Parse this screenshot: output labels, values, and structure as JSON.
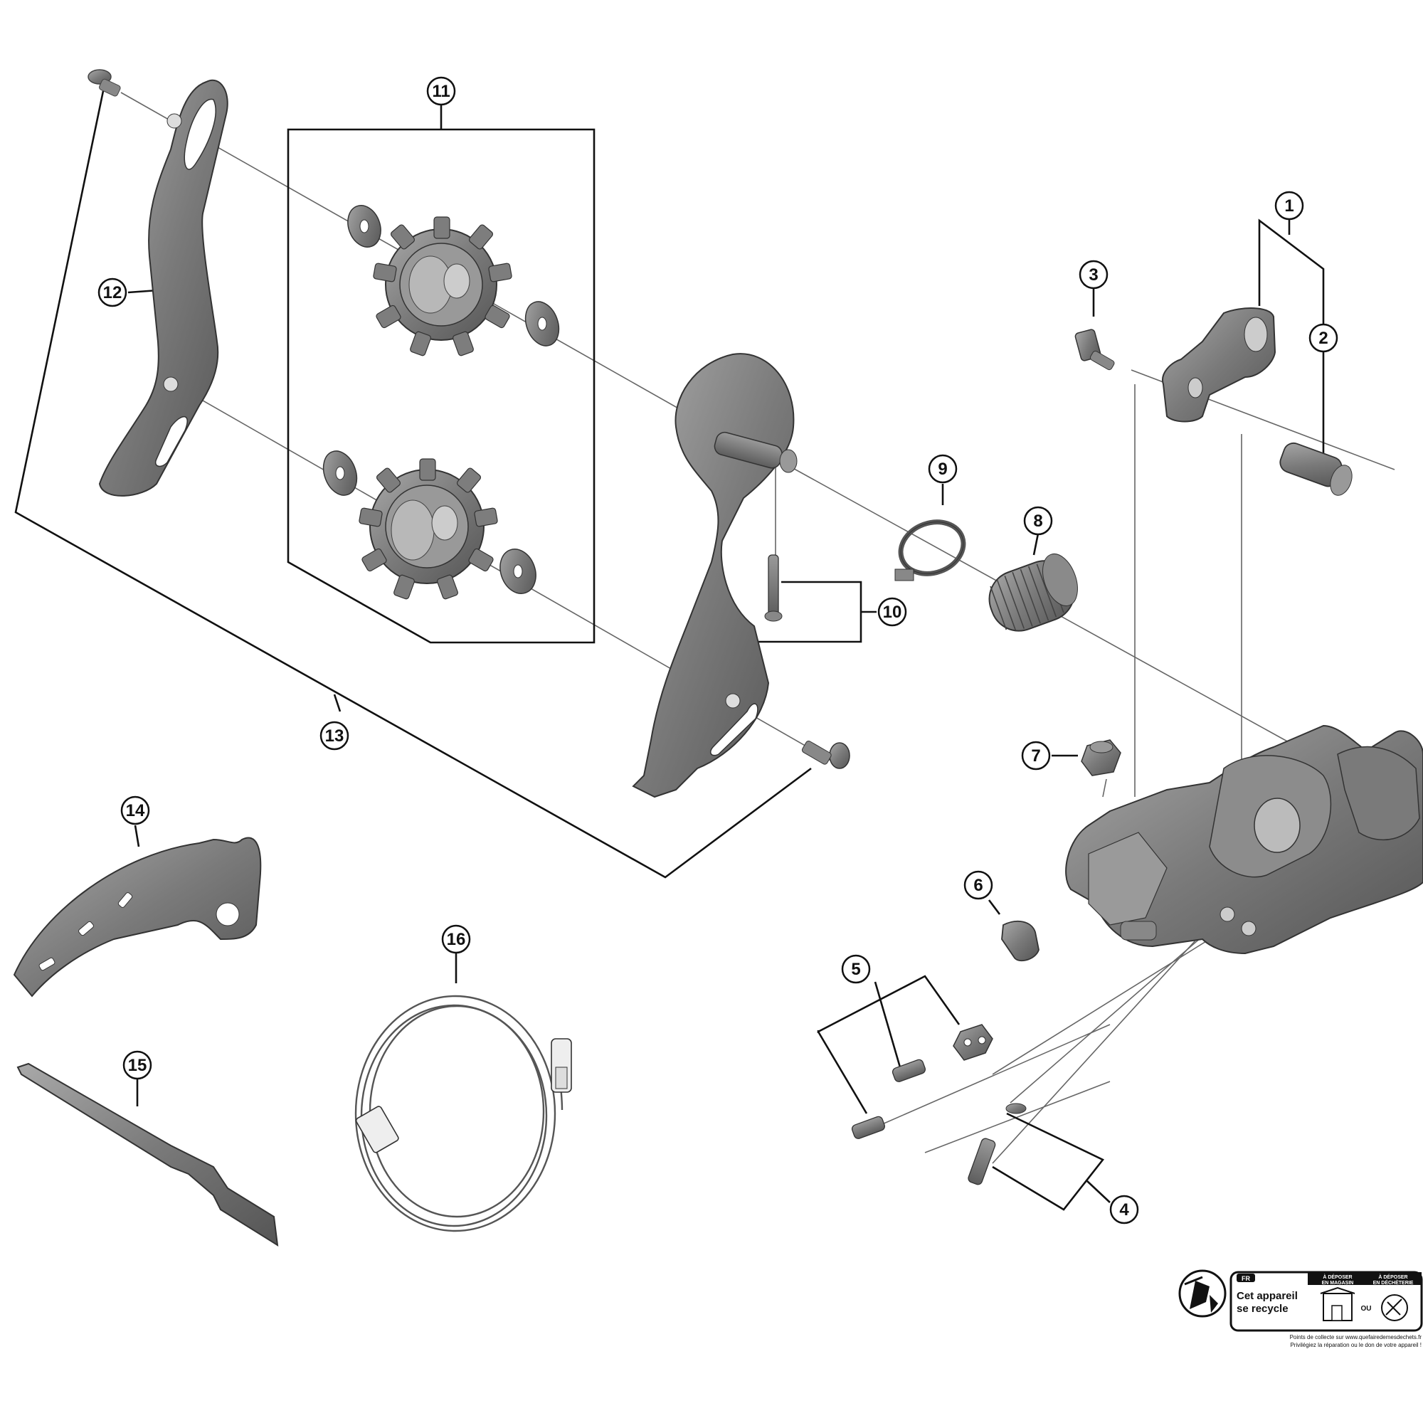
{
  "diagram": {
    "callouts": [
      {
        "id": "c1",
        "number": "1"
      },
      {
        "id": "c2",
        "number": "2"
      },
      {
        "id": "c3",
        "number": "3"
      },
      {
        "id": "c4",
        "number": "4"
      },
      {
        "id": "c5",
        "number": "5"
      },
      {
        "id": "c6",
        "number": "6"
      },
      {
        "id": "c7",
        "number": "7"
      },
      {
        "id": "c8",
        "number": "8"
      },
      {
        "id": "c9",
        "number": "9"
      },
      {
        "id": "c10",
        "number": "10"
      },
      {
        "id": "c11",
        "number": "11"
      },
      {
        "id": "c12",
        "number": "12"
      },
      {
        "id": "c13",
        "number": "13"
      },
      {
        "id": "c14",
        "number": "14"
      },
      {
        "id": "c15",
        "number": "15"
      },
      {
        "id": "c16",
        "number": "16"
      }
    ]
  },
  "recycling_label": {
    "country_code": "FR",
    "title_line1": "Cet appareil",
    "title_line2": "se recycle",
    "option1_line1": "À DÉPOSER",
    "option1_line2": "EN MAGASIN",
    "option2_line1": "À DÉPOSER",
    "option2_line2": "EN DÉCHÈTERIE",
    "or_text": "OU",
    "footer_line1": "Points de collecte sur www.quefairedemesdechets.fr",
    "footer_line2": "Privilégiez la réparation ou le don de votre appareil !"
  }
}
